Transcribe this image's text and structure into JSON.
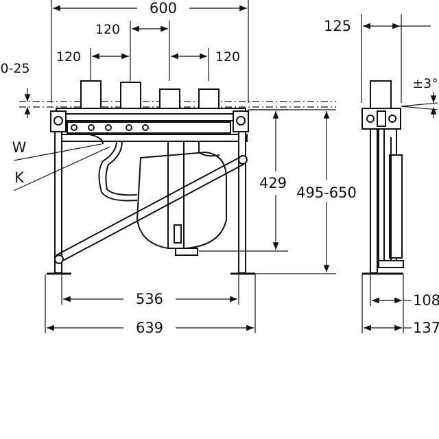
{
  "front_view": {
    "dim_top_width": "600",
    "dim_pitch_center": "120",
    "dim_pitch_left": "120",
    "dim_pitch_right": "120",
    "dim_adjust": "0-25",
    "label_w": "W",
    "label_k": "K",
    "dim_inner_height": "429",
    "dim_total_height": "495-650",
    "dim_foot_inner": "536",
    "dim_foot_outer": "639"
  },
  "side_view": {
    "dim_top": "125",
    "dim_tilt": "±3°",
    "dim_base_inner": "108",
    "dim_base_outer": "137"
  }
}
